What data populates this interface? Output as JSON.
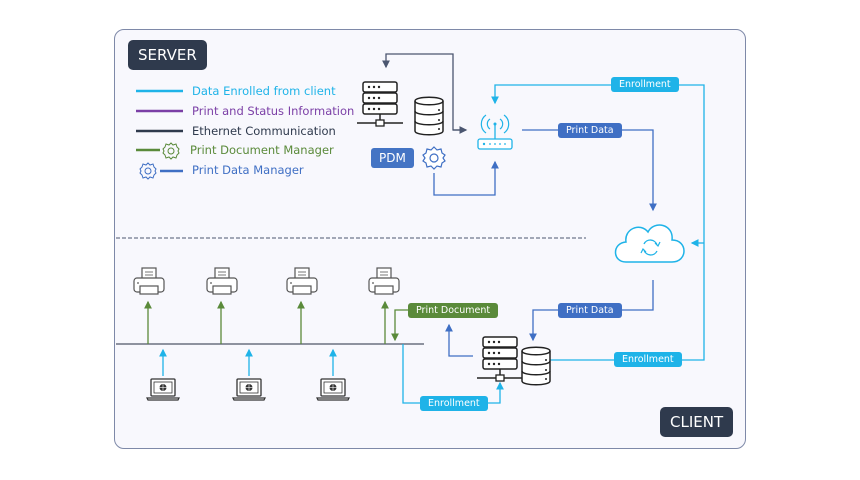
{
  "zones": {
    "server": "SERVER",
    "client": "CLIENT"
  },
  "legend": [
    {
      "label": "Data Enrolled from client",
      "color": "#1fb3e8",
      "icon": "line"
    },
    {
      "label": "Print and Status Information",
      "color": "#7b3fa6",
      "icon": "line"
    },
    {
      "label": "Ethernet Communication",
      "color": "#2f3a4d",
      "icon": "line"
    },
    {
      "label": "Print Document Manager",
      "color": "#5a8a3a",
      "icon": "line-gear"
    },
    {
      "label": "Print  Data Manager",
      "color": "#3f6fc4",
      "icon": "gear-line"
    }
  ],
  "labels": {
    "pdm": "PDM",
    "enrollment_top": "Enrollment",
    "print_data_top": "Print Data",
    "print_data_bottom": "Print Data",
    "enrollment_right": "Enrollment",
    "enrollment_bottom": "Enrollment",
    "print_document": "Print Document"
  },
  "nodes": {
    "server_top": "server-with-database",
    "router": "wifi-router",
    "cloud": "cloud-sync",
    "server_bottom": "server-with-database",
    "printers": 4,
    "laptops": 3
  },
  "colors": {
    "enrollment": "#1fb3e8",
    "print_data": "#3f6fc4",
    "print_document": "#5a8a3a",
    "ethernet": "#2f3a4d",
    "frame_border": "#7e89a8",
    "frame_bg": "#f8f8fd"
  }
}
